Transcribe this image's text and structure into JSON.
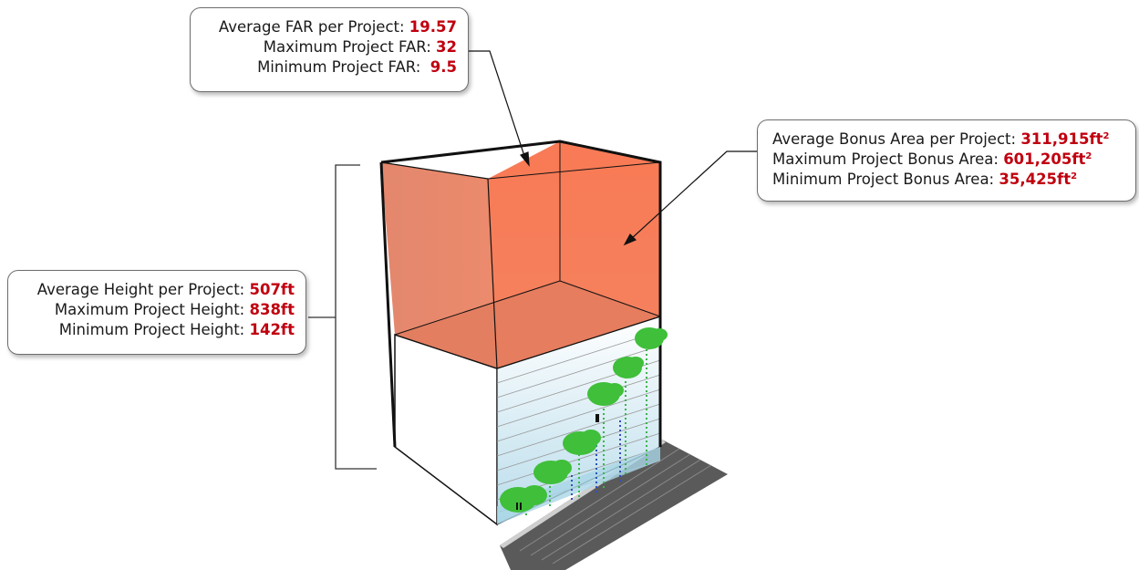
{
  "callouts": {
    "far": {
      "lines": [
        {
          "label": "Average FAR per Project:",
          "value": "19.57"
        },
        {
          "label": "Maximum Project FAR:",
          "value": "32"
        },
        {
          "label": "Minimum Project FAR:",
          "value": "9.5"
        }
      ]
    },
    "bonus": {
      "lines": [
        {
          "label": "Average Bonus Area per Project:",
          "value": "311,915ft",
          "sup": "2"
        },
        {
          "label": "Maximum Project Bonus Area:",
          "value": "601,205ft",
          "sup": "2"
        },
        {
          "label": "Minimum Project Bonus Area:",
          "value": "35,425ft",
          "sup": "2"
        }
      ]
    },
    "height": {
      "lines": [
        {
          "label": "Average Height per Project:",
          "value": "507ft"
        },
        {
          "label": "Maximum Project Height:",
          "value": "838ft"
        },
        {
          "label": "Minimum Project Height:",
          "value": "142ft"
        }
      ]
    }
  },
  "colors": {
    "value_text": "#c0000f",
    "bonus_volume_front": "#f47a58",
    "bonus_volume_side": "#e3876d",
    "base_building": "#ffffff",
    "trees": "#3fbf3a",
    "street": "#555555"
  },
  "icons": [
    "building-massing-diagram",
    "tree-icon",
    "street-icon",
    "callout-arrow-icon",
    "height-bracket-icon"
  ]
}
